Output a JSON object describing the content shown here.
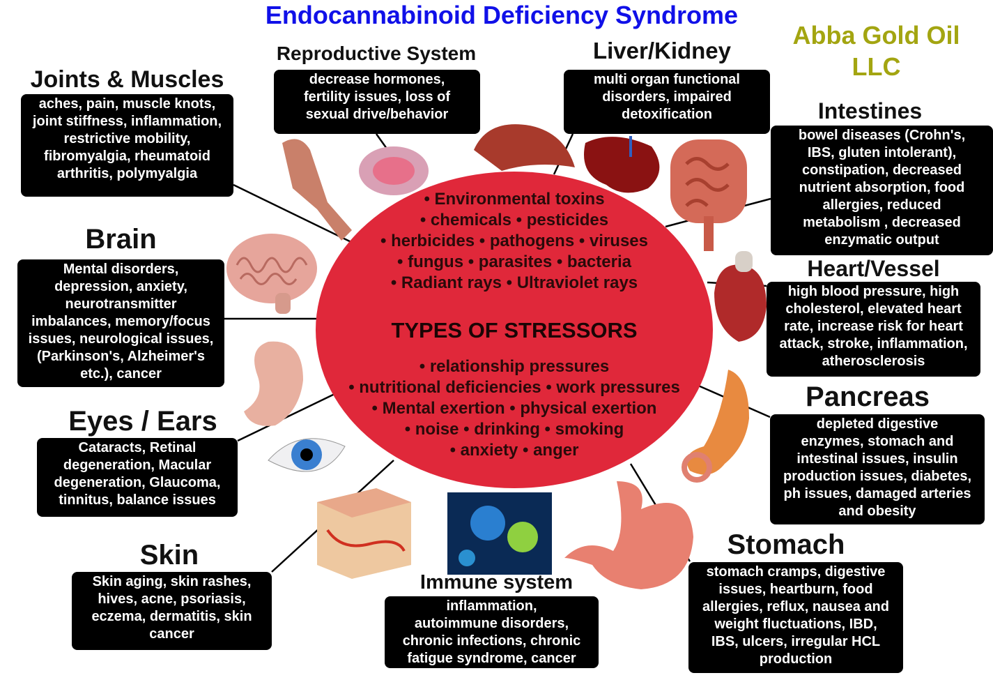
{
  "title": "Endocannabinoid Deficiency Syndrome",
  "brand": {
    "line1": "Abba Gold Oil",
    "line2": "LLC"
  },
  "colors": {
    "title": "#1010e8",
    "brand": "#a3a511",
    "ellipse": "#e0283a",
    "box": "#000000"
  },
  "center": {
    "top_lines": [
      "• Environmental toxins",
      "• chemicals • pesticides",
      "• herbicides • pathogens • viruses",
      "• fungus  • parasites • bacteria",
      "• Radiant rays   • Ultraviolet rays"
    ],
    "heading": "TYPES OF STRESSORS",
    "bottom_lines": [
      "• relationship pressures",
      "• nutritional deficiencies • work pressures",
      "• Mental exertion • physical exertion",
      "• noise • drinking • smoking",
      "• anxiety  • anger"
    ]
  },
  "sections": {
    "joints": {
      "heading": "Joints & Muscles",
      "lines": [
        "aches, pain, muscle knots,",
        "joint stiffness, inflammation,",
        "restrictive mobility,",
        "fibromyalgia, rheumatoid",
        "arthritis, polymyalgia"
      ]
    },
    "reproductive": {
      "heading": "Reproductive System",
      "lines": [
        "decrease hormones,",
        "fertility issues, loss of",
        "sexual drive/behavior"
      ]
    },
    "liver": {
      "heading": "Liver/Kidney",
      "lines": [
        "multi organ functional",
        "disorders, impaired",
        "detoxification"
      ]
    },
    "intestines": {
      "heading": "Intestines",
      "lines": [
        "bowel diseases (Crohn's,",
        "IBS, gluten intolerant),",
        "constipation, decreased",
        "nutrient absorption, food",
        "allergies, reduced",
        "metabolism , decreased",
        "enzymatic output"
      ]
    },
    "brain": {
      "heading": "Brain",
      "lines": [
        "Mental disorders,",
        "depression, anxiety,",
        "neurotransmitter",
        "imbalances, memory/focus",
        "issues, neurological issues,",
        "(Parkinson's, Alzheimer's",
        "etc.), cancer"
      ]
    },
    "heart": {
      "heading": "Heart/Vessel",
      "lines": [
        "high blood pressure, high",
        "cholesterol, elevated heart",
        "rate, increase risk for heart",
        "attack, stroke, inflammation,",
        "atherosclerosis"
      ]
    },
    "pancreas": {
      "heading": "Pancreas",
      "lines": [
        "depleted digestive",
        "enzymes, stomach and",
        "intestinal issues, insulin",
        "production issues, diabetes,",
        "ph issues, damaged arteries",
        "and obesity"
      ]
    },
    "eyes": {
      "heading": "Eyes / Ears",
      "lines": [
        "Cataracts, Retinal",
        "degeneration, Macular",
        "degeneration, Glaucoma,",
        "tinnitus, balance issues"
      ]
    },
    "skin": {
      "heading": "Skin",
      "lines": [
        "Skin aging, skin rashes,",
        "hives, acne, psoriasis,",
        "eczema, dermatitis, skin",
        "cancer"
      ]
    },
    "immune": {
      "heading": "Immune system",
      "lines": [
        "inflammation,",
        "autoimmune disorders,",
        "chronic infections, chronic",
        "fatigue syndrome, cancer"
      ]
    },
    "stomach": {
      "heading": "Stomach",
      "lines": [
        "stomach cramps, digestive",
        "issues, heartburn, food",
        "allergies, reflux, nausea and",
        "weight fluctuations, IBD,",
        "IBS, ulcers, irregular HCL",
        "production"
      ]
    }
  }
}
